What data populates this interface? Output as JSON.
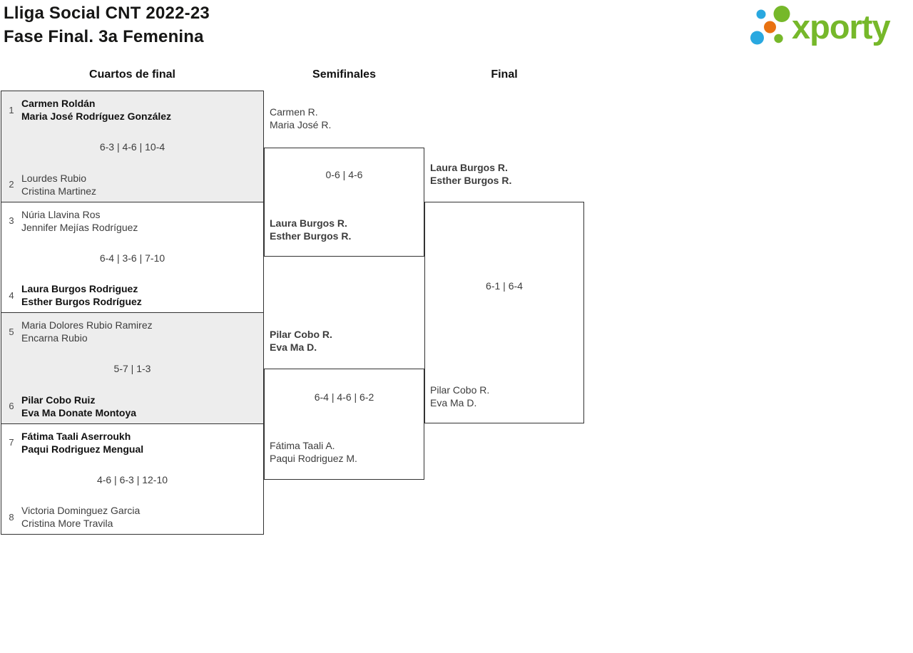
{
  "header": {
    "title_line1": "Lliga Social CNT 2022-23",
    "title_line2": "Fase Final. 3a Femenina",
    "logo_text": "xporty"
  },
  "rounds": [
    {
      "label": "Cuartos de final"
    },
    {
      "label": "Semifinales"
    },
    {
      "label": "Final"
    }
  ],
  "quarterfinals": [
    {
      "shaded": true,
      "score": "6-3 | 4-6 | 10-4",
      "top": {
        "seed": "1",
        "players": [
          "Carmen Roldán",
          "Maria José Rodríguez González"
        ],
        "winner": true
      },
      "bottom": {
        "seed": "2",
        "players": [
          "Lourdes Rubio",
          "Cristina Martinez"
        ],
        "winner": false
      }
    },
    {
      "shaded": false,
      "score": "6-4 | 3-6 | 7-10",
      "top": {
        "seed": "3",
        "players": [
          "Núria Llavina Ros",
          "Jennifer Mejías Rodríguez"
        ],
        "winner": false
      },
      "bottom": {
        "seed": "4",
        "players": [
          "Laura Burgos Rodriguez",
          "Esther Burgos Rodríguez"
        ],
        "winner": true
      }
    },
    {
      "shaded": true,
      "score": "5-7 | 1-3",
      "top": {
        "seed": "5",
        "players": [
          "Maria Dolores Rubio Ramirez",
          "Encarna Rubio"
        ],
        "winner": false
      },
      "bottom": {
        "seed": "6",
        "players": [
          "Pilar Cobo Ruiz",
          "Eva Ma Donate Montoya"
        ],
        "winner": true
      }
    },
    {
      "shaded": false,
      "score": "4-6 | 6-3 | 12-10",
      "top": {
        "seed": "7",
        "players": [
          "Fátima Taali Aserroukh",
          "Paqui Rodriguez Mengual"
        ],
        "winner": true
      },
      "bottom": {
        "seed": "8",
        "players": [
          "Victoria Dominguez Garcia",
          "Cristina More Travila"
        ],
        "winner": false
      }
    }
  ],
  "semifinals": [
    {
      "score": "0-6 | 4-6",
      "top": {
        "players": [
          "Carmen R.",
          "Maria José R."
        ],
        "winner": false
      },
      "bottom": {
        "players": [
          "Laura Burgos R.",
          "Esther Burgos R."
        ],
        "winner": true
      }
    },
    {
      "score": "6-4 | 4-6 | 6-2",
      "top": {
        "players": [
          "Pilar Cobo R.",
          "Eva Ma D."
        ],
        "winner": true
      },
      "bottom": {
        "players": [
          "Fátima Taali A.",
          "Paqui Rodriguez M."
        ],
        "winner": false
      }
    }
  ],
  "final": {
    "score": "6-1 | 6-4",
    "top": {
      "players": [
        "Laura Burgos R.",
        "Esther Burgos R."
      ],
      "winner": true
    },
    "bottom": {
      "players": [
        "Pilar Cobo R.",
        "Eva Ma D."
      ],
      "winner": false
    }
  },
  "colors": {
    "logo_green": "#76b82a",
    "logo_blue": "#29a8e0",
    "logo_orange": "#e87211",
    "shaded_block": "#ededed",
    "bracket_border": "#323232"
  }
}
